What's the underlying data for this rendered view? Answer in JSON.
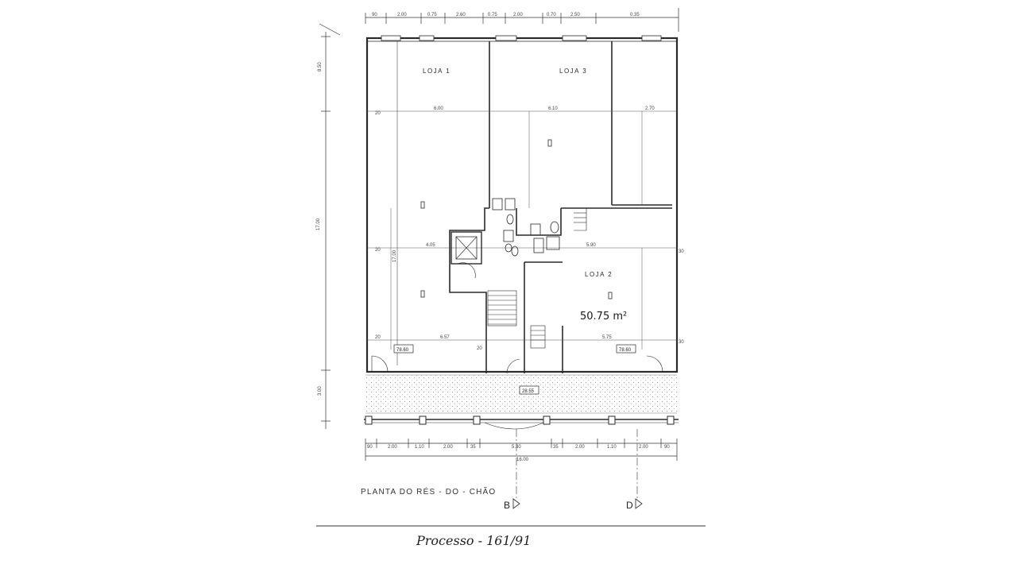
{
  "plan": {
    "rooms": {
      "loja1": "LOJA 1",
      "loja3": "LOJA 3",
      "loja2": "LOJA 2"
    },
    "area_label": "50.75 m²",
    "area_boxes": {
      "left": "78.60",
      "right": "78.60",
      "bottom": "28.55"
    },
    "dims_top": [
      "90",
      "2.00",
      "0.75",
      "2.60",
      "0.75",
      "2.00",
      "0.70",
      "2.50",
      "0.35"
    ],
    "dims_bottom": [
      "90",
      "2.00",
      "1.10",
      "2.00",
      "35",
      "5.30",
      "35",
      "2.00",
      "1.10",
      "2.00",
      "90"
    ],
    "total_bottom": "16.00",
    "inner_dims": [
      "6.00",
      "6.10",
      "2.70",
      "4.05",
      "5.90",
      "6.57",
      "5.75",
      "17.00",
      "20",
      "20",
      "20",
      "20",
      "30",
      "30"
    ],
    "side_dims": [
      "8.50",
      "17.00",
      "3.00"
    ],
    "title": "PLANTA DO RÉS - DO - CHÃO",
    "section_left": "B",
    "section_right": "D",
    "process": "Processo - 161/91"
  },
  "colors": {
    "ink": "#2a2a2a",
    "paper": "#ffffff",
    "hatch": "#bdbdbd"
  }
}
